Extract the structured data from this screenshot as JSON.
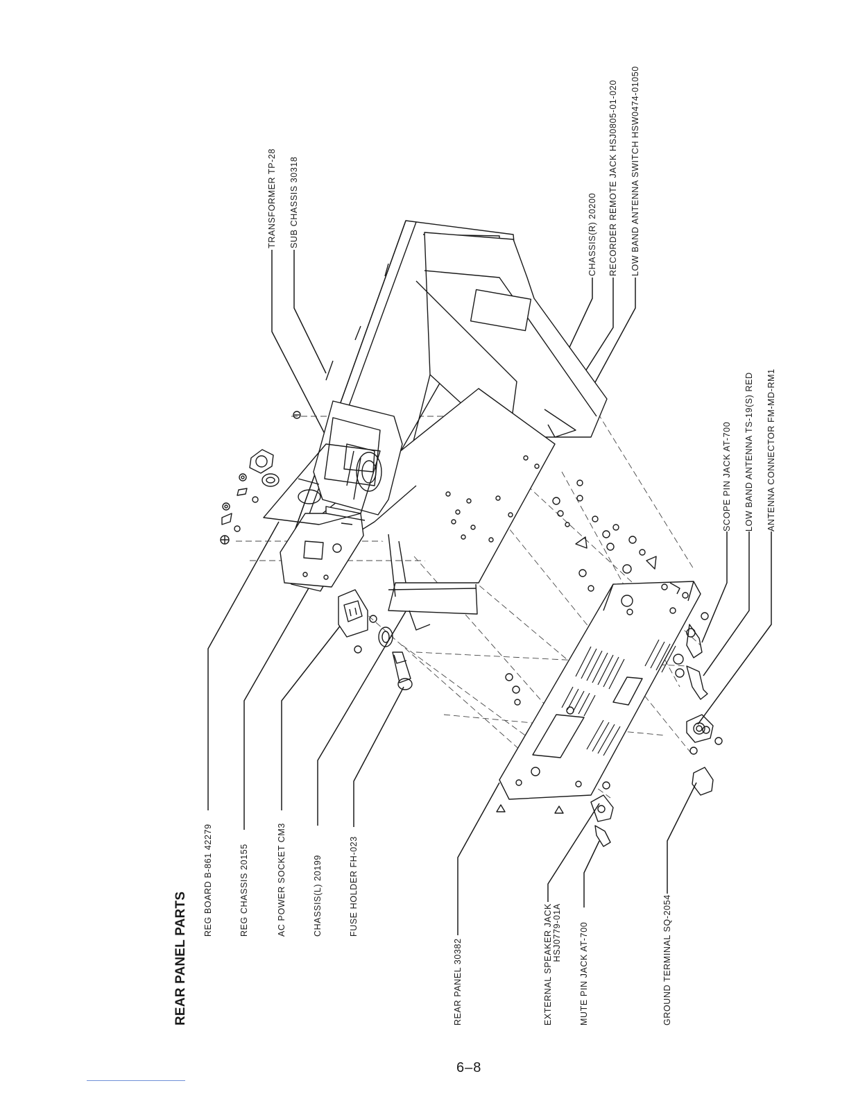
{
  "page": {
    "title": "REAR PANEL PARTS",
    "page_number": "6–8"
  },
  "labels": {
    "reg_board": "REG BOARD B-861 42279",
    "reg_chassis": "REG CHASSIS 20155",
    "ac_power_socket": "AC POWER SOCKET CM3",
    "chassis_l": "CHASSIS(L) 20199",
    "fuse_holder": "FUSE HOLDER FH-023",
    "rear_panel": "REAR PANEL 30382",
    "ext_speaker_jack_line1": "EXTERNAL SPEAKER JACK",
    "ext_speaker_jack_line2": "HSJ0779-01A",
    "mute_pin_jack": "MUTE PIN JACK AT-700",
    "ground_terminal": "GROUND TERMINAL SQ-2054",
    "scope_pin_jack": "SCOPE PIN JACK AT-700",
    "low_band_antenna": "LOW BAND ANTENNA TS-19(S) RED",
    "antenna_connector": "ANTENNA CONNECTOR FM-MD-RM1",
    "transformer": "TRANSFORMER TP-28",
    "sub_chassis": "SUB CHASSIS 30318",
    "chassis_r": "CHASSIS(R) 20200",
    "recorder_remote_jack": "RECORDER REMOTE JACK HSJ0805-01-020",
    "low_band_antenna_switch": "LOW BAND ANTENNA SWITCH HSW0474-01050"
  }
}
